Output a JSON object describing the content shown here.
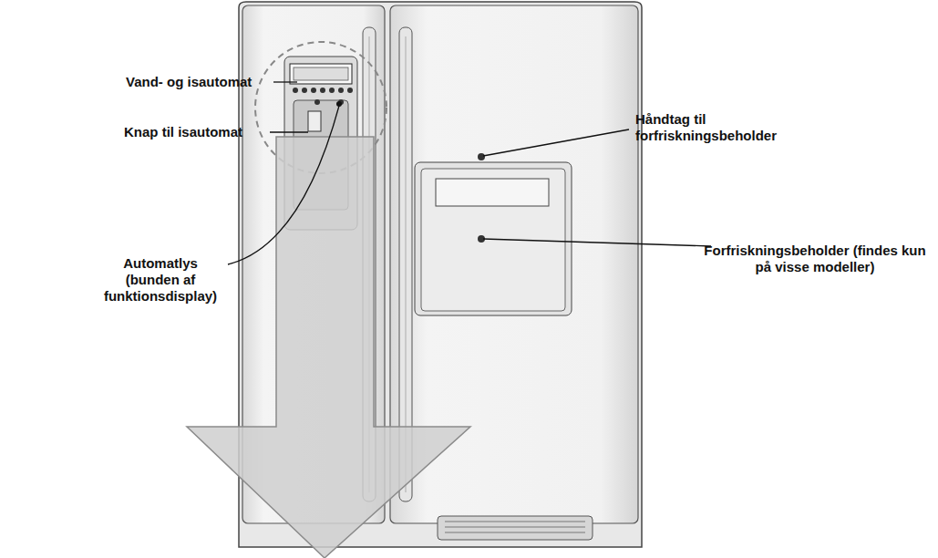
{
  "diagram": {
    "labels": [
      "Vand- og isautomat",
      "Knap til isautomat",
      "Automatlys (bunden af funktionsdisplay)",
      "Håndtag til forfriskningsbeholder",
      "Forfriskningsbeholder (findes kun på visse modeller)"
    ]
  }
}
